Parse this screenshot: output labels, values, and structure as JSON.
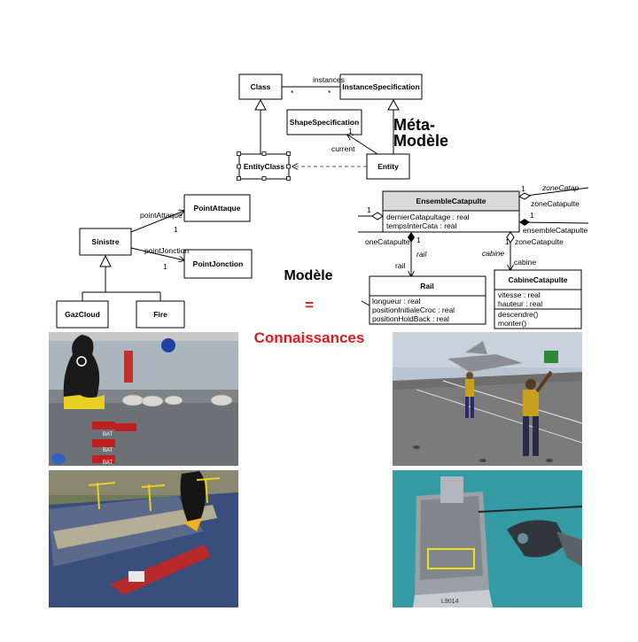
{
  "meta": {
    "class": "Class",
    "instance_spec": "InstanceSpecification",
    "shape_spec": "ShapeSpecification",
    "entity_class": "EntityClass",
    "entity": "Entity",
    "instances_label": "instances",
    "mult_star": "*",
    "current_label": "current",
    "mult_one": "1",
    "title_line1": "Méta-",
    "title_line2": "Modèle"
  },
  "left_model": {
    "point_attaque": "PointAttaque",
    "point_jonction": "PointJonction",
    "sinistre": "Sinistre",
    "gaz_cloud": "GazCloud",
    "fire": "Fire",
    "role_attaque": "pointAttaque",
    "role_jonction": "pointJonction",
    "mult_one": "1"
  },
  "right_model": {
    "ensemble": {
      "name": "EnsembleCatapulte",
      "attrs": [
        "dernierCatapultage : real",
        "tempsInterCata : real"
      ]
    },
    "rail": {
      "name": "Rail",
      "attrs": [
        "longueur : real",
        "positionInitialeCroc : real",
        "positionHoldBack : real"
      ]
    },
    "cabine": {
      "name": "CabineCatapulte",
      "attrs": [
        "vitesse : real",
        "hauteur : real"
      ],
      "ops": [
        "descendre()",
        "monter()"
      ]
    },
    "labels": {
      "zone_catap_italic": "zoneCatap",
      "zone_catapulte": "zoneCatapulte",
      "ensemble_catapulte": "ensembleCatapulte",
      "zone_catapulte_left": "oneCatapulte",
      "rail_italic": "rail",
      "rail": "rail",
      "cabine_italic": "cabine",
      "cabine": "cabine",
      "one": "1"
    }
  },
  "center": {
    "modele": "Modèle",
    "equals": "=",
    "connaissances": "Connaissances"
  },
  "photos": {
    "hud_labels": [
      "BAT",
      "BAT",
      "BAT"
    ],
    "ship_hull": "L9014"
  },
  "colors": {
    "accent_red": "#e0191e",
    "header_gray": "#d9d9d9"
  }
}
